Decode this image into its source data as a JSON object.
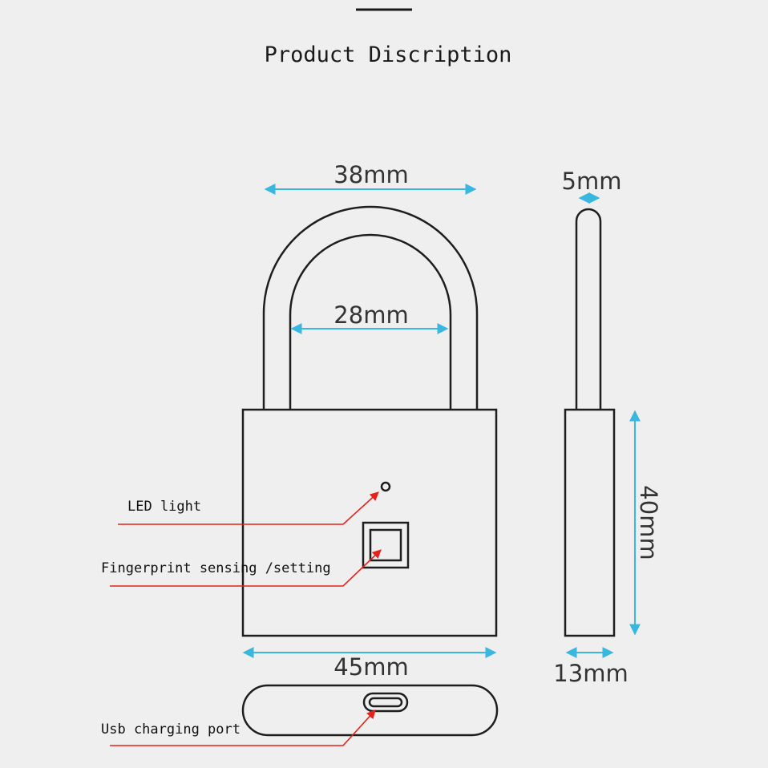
{
  "title": "Product Discription",
  "dimensions": {
    "shackle_outer_width": "38mm",
    "shackle_inner_width": "28mm",
    "shackle_thickness": "5mm",
    "body_width": "45mm",
    "body_height": "40mm",
    "body_depth": "13mm"
  },
  "callouts": {
    "led": "LED light",
    "fingerprint": "Fingerprint sensing /setting",
    "usb": "Usb charging port"
  },
  "colors": {
    "background": "#efefef",
    "outline": "#1e1e1e",
    "dimension_arrows": "#3ab7de",
    "callout_lines": "#e8201a"
  }
}
